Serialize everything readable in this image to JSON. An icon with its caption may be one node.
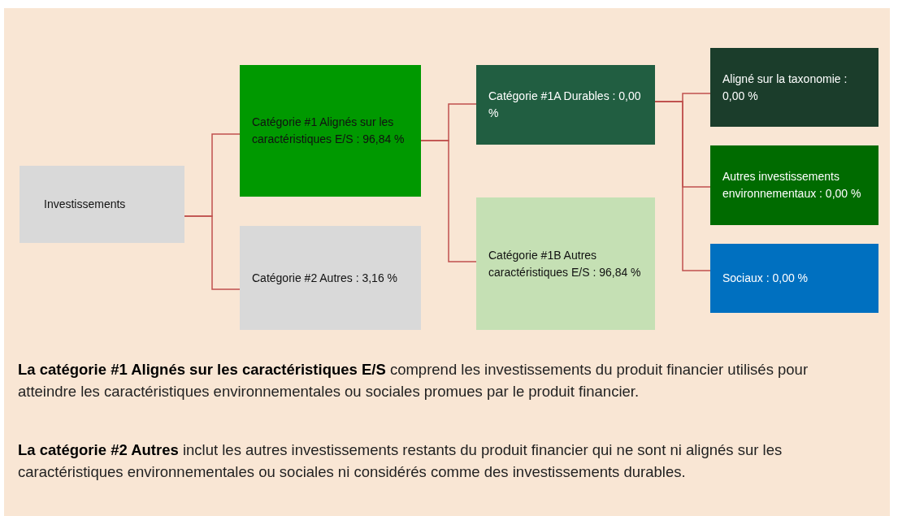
{
  "diagram": {
    "nodes": [
      {
        "text": [
          "Investissements"
        ]
      },
      {
        "text": [
          "Catégorie #1 Alignés sur les caractéristiques E/S : 96,84 %"
        ]
      },
      {
        "text": [
          "Catégorie #2 Autres : 3,16 %"
        ]
      },
      {
        "text": [
          "Catégorie #1A Durables : 0,00 %"
        ]
      },
      {
        "text": [
          "Catégorie #1B Autres caractéristiques E/S : 96,84 %"
        ]
      },
      {
        "text": [
          "Aligné sur la taxonomie : 0,00 %"
        ]
      },
      {
        "text": [
          "Autres investissements environnementaux : 0,00 %"
        ]
      },
      {
        "text": [
          "Sociaux : 0,00 %"
        ]
      }
    ],
    "edges": [
      {
        "from": 0,
        "to": 1,
        "arrow": "none"
      },
      {
        "from": 0,
        "to": 2,
        "arrow": "none"
      },
      {
        "from": 1,
        "to": 3,
        "arrow": "none"
      },
      {
        "from": 1,
        "to": 4,
        "arrow": "none"
      },
      {
        "from": 3,
        "to": 5,
        "arrow": "none"
      },
      {
        "from": 3,
        "to": 6,
        "arrow": "none"
      },
      {
        "from": 3,
        "to": 7,
        "arrow": "none"
      }
    ],
    "labels": [
      "**La catégorie #1 Alignés sur les caractéristiques E/S** comprend les investissements du produit financier utilisés pour atteindre les caractéristiques environnementales ou sociales promues par le produit financier.",
      "**La catégorie #2 Autres** inclut les autres investissements restants du produit financier qui ne sont ni alignés sur les caractéristiques environnementales ou sociales ni considérés comme des investissements durables."
    ]
  }
}
